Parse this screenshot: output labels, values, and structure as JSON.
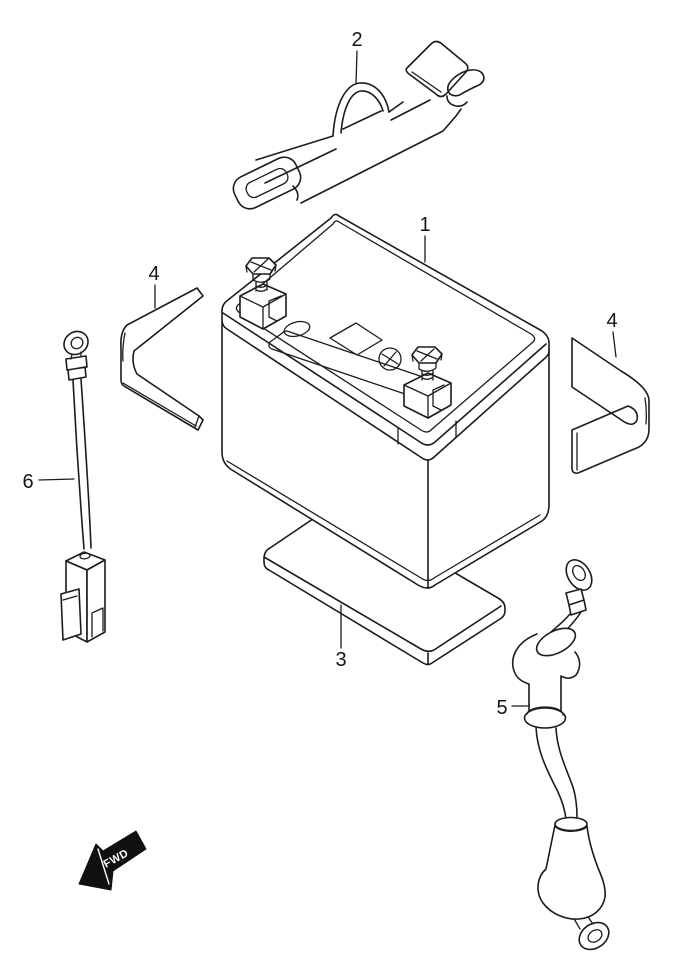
{
  "diagram": {
    "background_color": "#ffffff",
    "line_color": "#1c1c1c",
    "callouts": [
      {
        "text": "1"
      },
      {
        "text": "2"
      },
      {
        "text": "3"
      },
      {
        "text": "4"
      },
      {
        "text": "4"
      },
      {
        "text": "5"
      },
      {
        "text": "6"
      }
    ],
    "direction_marker": {
      "text": "FWD",
      "fill_color": "#101010",
      "text_color": "#ffffff"
    }
  }
}
